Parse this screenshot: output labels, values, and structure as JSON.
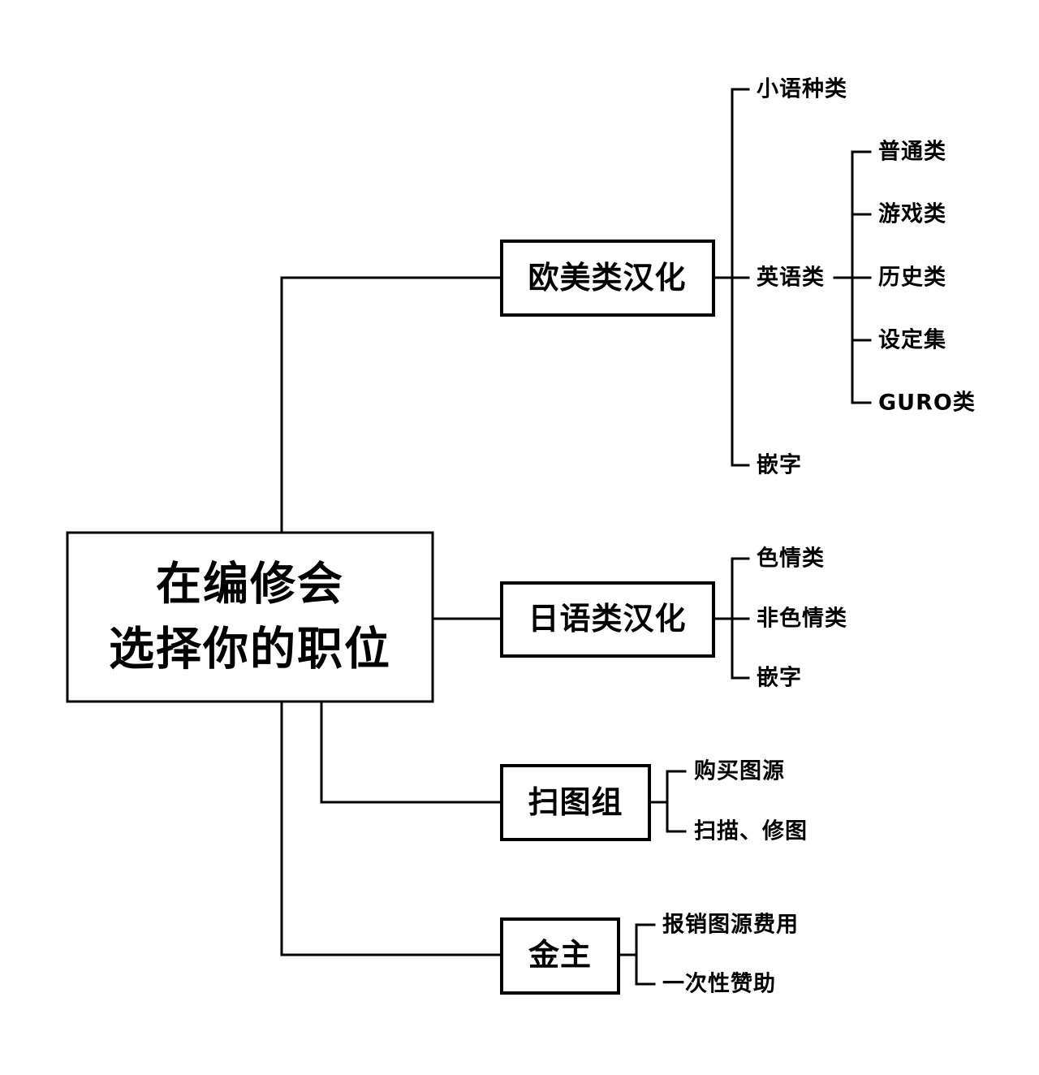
{
  "root": {
    "line1": "在编修会",
    "line2": "选择你的职位"
  },
  "branches": [
    {
      "label": "欧美类汉化",
      "children": [
        {
          "label": "小语种类"
        },
        {
          "label": "英语类",
          "children": [
            {
              "label": "普通类"
            },
            {
              "label": "游戏类"
            },
            {
              "label": "历史类"
            },
            {
              "label": "设定集"
            },
            {
              "label": "GURO类"
            }
          ]
        },
        {
          "label": "嵌字"
        }
      ]
    },
    {
      "label": "日语类汉化",
      "children": [
        {
          "label": "色情类"
        },
        {
          "label": "非色情类"
        },
        {
          "label": "嵌字"
        }
      ]
    },
    {
      "label": "扫图组",
      "children": [
        {
          "label": "购买图源"
        },
        {
          "label": "扫描、修图"
        }
      ]
    },
    {
      "label": "金主",
      "children": [
        {
          "label": "报销图源费用"
        },
        {
          "label": "一次性赞助"
        }
      ]
    }
  ],
  "colors": {
    "stroke": "#000000",
    "background": "#ffffff",
    "text": "#000000"
  }
}
